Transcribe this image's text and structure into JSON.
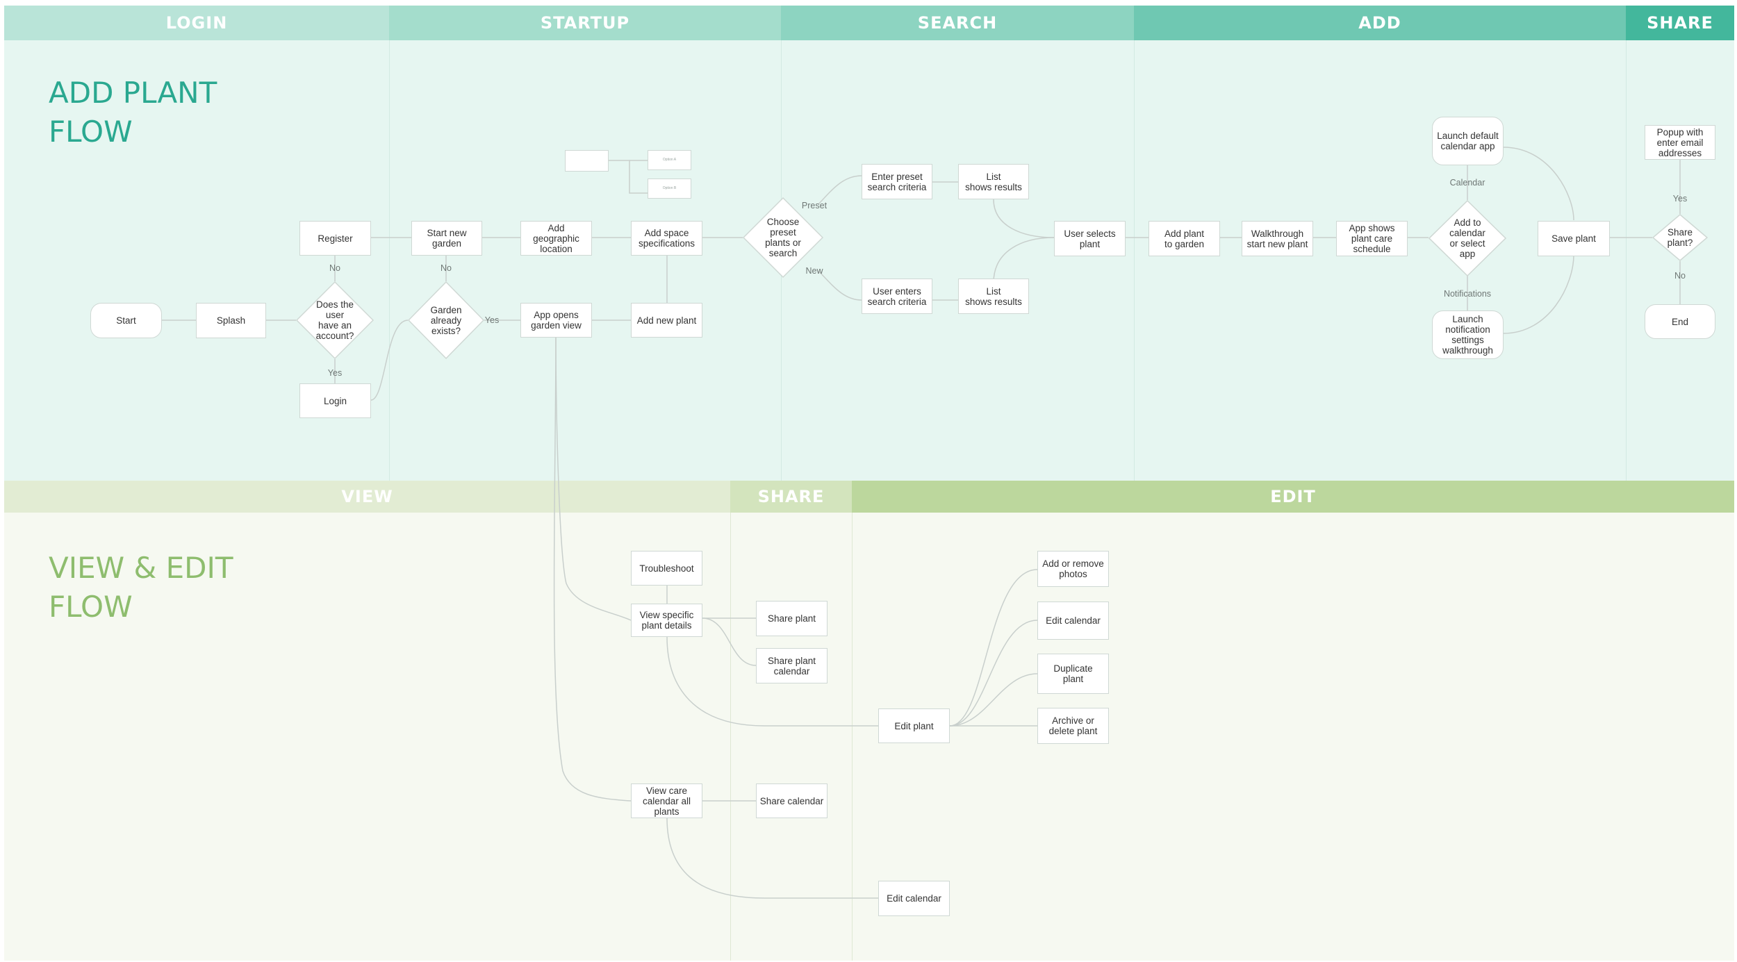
{
  "lanes_top": [
    {
      "label": "LOGIN",
      "color": "#b9e4d8"
    },
    {
      "label": "STARTUP",
      "color": "#a4ddcc"
    },
    {
      "label": "SEARCH",
      "color": "#8dd4c1"
    },
    {
      "label": "ADD",
      "color": "#6fc8b2"
    },
    {
      "label": "SHARE",
      "color": "#43b79c"
    }
  ],
  "lanes_bottom": [
    {
      "label": "VIEW",
      "color": "#e2ecd3"
    },
    {
      "label": "SHARE",
      "color": "#d3e4bd"
    },
    {
      "label": "EDIT",
      "color": "#bcd79d"
    }
  ],
  "titles": {
    "add_flow": "ADD PLANT\nFLOW",
    "view_flow": "VIEW & EDIT\nFLOW"
  },
  "colors": {
    "top_band": "#e6f6f1",
    "bottom_band": "#f6f9f1",
    "add_title": "#2aa890",
    "view_title": "#8ebd6e",
    "edge": "#c8cfcc"
  },
  "nodes": {
    "start": "Start",
    "splash": "Splash",
    "has_account": "Does the\nuser\nhave an\naccount?",
    "register": "Register",
    "login": "Login",
    "start_new_garden": "Start new\ngarden",
    "garden_exists": "Garden\nalready\nexists?",
    "app_opens_garden": "App opens\ngarden view",
    "add_geo": "Add geographic\nlocation",
    "add_space": "Add space\nspecifications",
    "add_new_plant": "Add new plant",
    "tiny_a": "Option A",
    "tiny_b": "Option B",
    "choose_preset": "Choose\npreset\nplants or\nsearch",
    "enter_preset": "Enter preset\nsearch criteria",
    "list_results_1": "List\nshows results",
    "user_enters": "User enters\nsearch criteria",
    "list_results_2": "List\nshows results",
    "user_selects": "User selects\nplant",
    "add_plant_garden": "Add plant\nto garden",
    "walkthrough": "Walkthrough\nstart new plant",
    "app_shows_schedule": "App shows\nplant care\nschedule",
    "add_to_calendar": "Add to\ncalendar\nor select\napp",
    "launch_calendar": "Launch default\ncalendar app",
    "launch_notifications": "Launch\nnotification\nsettings\nwalkthrough",
    "save_plant": "Save plant",
    "popup_email": "Popup with\nenter email\naddresses",
    "share_plant_q": "Share\nplant?",
    "end": "End",
    "troubleshoot": "Troubleshoot",
    "view_specific": "View specific\nplant details",
    "view_care_calendar": "View care\ncalendar all\nplants",
    "share_plant": "Share plant",
    "share_plant_calendar": "Share plant\ncalendar",
    "share_calendar": "Share calendar",
    "edit_plant": "Edit plant",
    "edit_calendar_bottom": "Edit calendar",
    "add_remove_photos": "Add or remove\nphotos",
    "edit_calendar": "Edit calendar",
    "duplicate_plant": "Duplicate\nplant",
    "archive_delete": "Archive or\ndelete plant"
  },
  "edge_labels": {
    "no_1": "No",
    "yes_1": "Yes",
    "no_2": "No",
    "yes_2": "Yes",
    "preset": "Preset",
    "new": "New",
    "calendar": "Calendar",
    "notifications": "Notifications",
    "yes_3": "Yes",
    "no_3": "No"
  }
}
